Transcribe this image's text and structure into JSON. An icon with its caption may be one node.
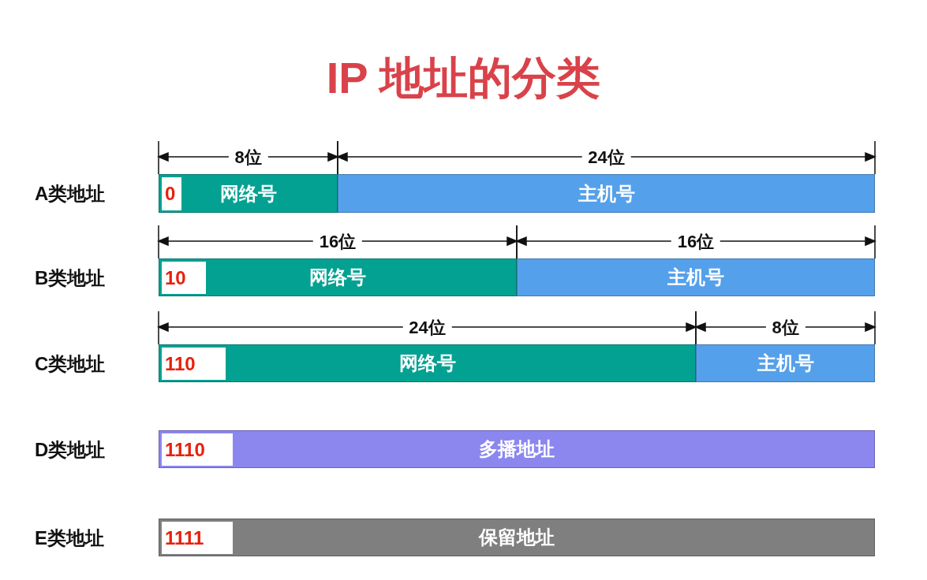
{
  "diagram": {
    "title": "IP 地址的分类",
    "nodes": [
      {
        "text": [
          "网络号"
        ]
      },
      {
        "text": [
          "0"
        ],
        "in": 0
      },
      {
        "text": [
          "主机号"
        ]
      },
      {
        "text": [
          "网络号"
        ]
      },
      {
        "text": [
          "10"
        ],
        "in": 3
      },
      {
        "text": [
          "主机号"
        ]
      },
      {
        "text": [
          "网络号"
        ]
      },
      {
        "text": [
          "110"
        ],
        "in": 6
      },
      {
        "text": [
          "主机号"
        ]
      },
      {
        "text": [
          "多播地址"
        ]
      },
      {
        "text": [
          "1110"
        ],
        "in": 9
      },
      {
        "text": [
          "保留地址"
        ]
      },
      {
        "text": [
          "1111"
        ],
        "in": 11
      }
    ],
    "edges": [],
    "labels": [
      "8位",
      "24位",
      "A类地址",
      "16位",
      "16位",
      "B类地址",
      "24位",
      "8位",
      "C类地址",
      "D类地址",
      "E类地址"
    ]
  }
}
